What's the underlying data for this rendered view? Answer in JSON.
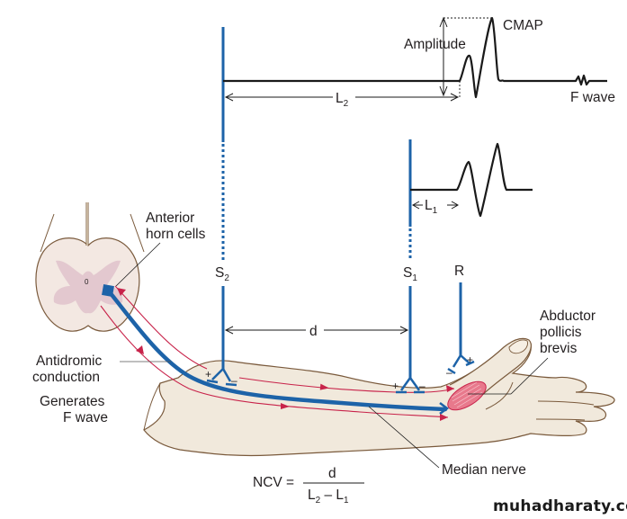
{
  "colors": {
    "nerve": "#1d63a8",
    "impulse": "#c8234a",
    "skin": "#f1e9dc",
    "skin_outline": "#7a5a3c",
    "gray_matter": "#e3c8cf",
    "muscle": "#e8798c",
    "trace": "#1a1a1a"
  },
  "labels": {
    "cmap": "CMAP",
    "amplitude": "Amplitude",
    "f_wave": "F wave",
    "l2": "L",
    "l2_sub": "2",
    "l1": "L",
    "l1_sub": "1",
    "s2": "S",
    "s2_sub": "2",
    "s1": "S",
    "s1_sub": "1",
    "r": "R",
    "d": "d",
    "anterior_horn_line1": "Anterior",
    "anterior_horn_line2": "horn cells",
    "antidromic_line1": "Antidromic",
    "antidromic_line2": "conduction",
    "generates_line1": "Generates",
    "generates_line2": "F wave",
    "abductor_line1": "Abductor",
    "abductor_line2": "pollicis",
    "abductor_line3": "brevis",
    "median_nerve": "Median nerve",
    "central_canal": "0",
    "plus": "+",
    "minus": "–"
  },
  "formula": {
    "lhs": "NCV =",
    "numerator": "d",
    "denominator_a": "L",
    "denominator_a_sub": "2",
    "denominator_op": " – ",
    "denominator_b": "L",
    "denominator_b_sub": "1"
  },
  "watermark": "muhadharaty.com"
}
